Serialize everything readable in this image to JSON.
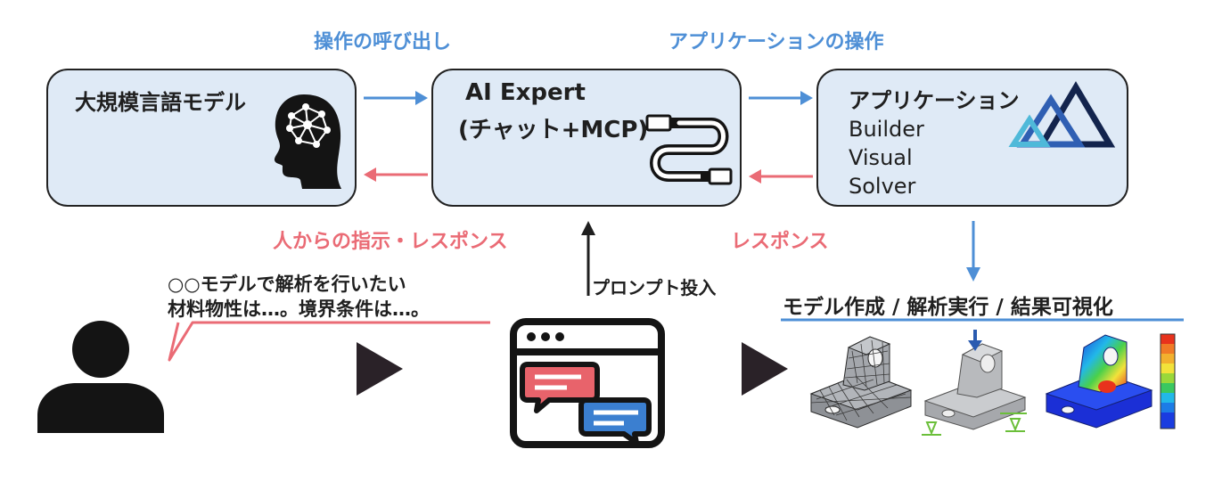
{
  "labels": {
    "call_operation": "操作の呼び出し",
    "app_operation": "アプリケーションの操作",
    "instruction_response": "人からの指示・レスポンス",
    "response": "レスポンス",
    "prompt_input": "プロンプト投入"
  },
  "boxes": {
    "llm": {
      "title": "大規模言語モデル"
    },
    "ai_expert": {
      "title_line1": "AI Expert",
      "title_line2": "(チャット+MCP)"
    },
    "application": {
      "title": "アプリケーション",
      "products": [
        "Builder",
        "Visual",
        "Solver"
      ]
    }
  },
  "speech": {
    "line1": "○○モデルで解析を行いたい",
    "line2": "材料物性は…。境界条件は…。"
  },
  "results": {
    "heading": "モデル作成 / 解析実行 / 結果可視化"
  },
  "colors": {
    "accent_blue": "#4e8fd6",
    "accent_red": "#ea6b75",
    "box_fill": "#dfeaf6",
    "chat_red": "#e8636b",
    "chat_blue": "#3b7fd0"
  }
}
